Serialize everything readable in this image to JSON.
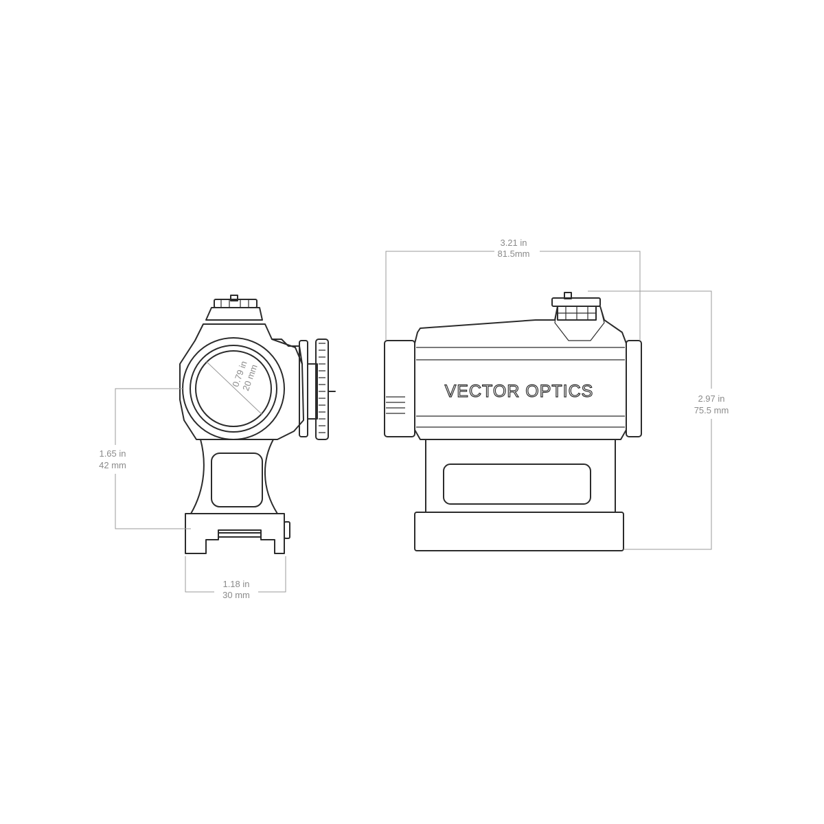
{
  "brand": {
    "logo_text": "VECTOR OPTICS"
  },
  "dimensions": {
    "length": {
      "in": "3.21 in",
      "mm": "81.5mm"
    },
    "height": {
      "in": "2.97 in",
      "mm": "75.5 mm"
    },
    "objective": {
      "in": "0.79 in",
      "mm": "20 mm"
    },
    "axis_height": {
      "in": "1.65 in",
      "mm": "42 mm"
    },
    "mount_width": {
      "in": "1.18 in",
      "mm": "30 mm"
    }
  },
  "colors": {
    "line": "#2b2b2b",
    "dimension": "#9a9a9a",
    "text": "#8a8a8a"
  }
}
